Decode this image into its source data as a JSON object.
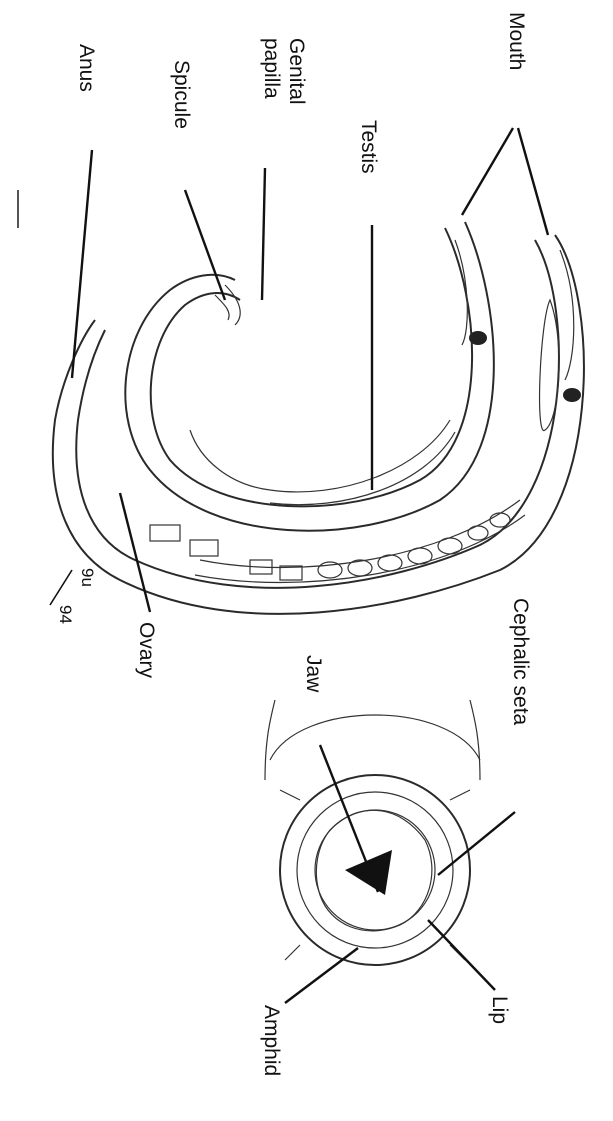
{
  "labels": {
    "mouth": "Mouth",
    "testis": "Testis",
    "genital_papilla": "Genital papilla",
    "genital_line1": "Genital",
    "genital_line2": "papilla",
    "spicule": "Spicule",
    "anus": "Anus",
    "ovary": "Ovary",
    "cephalic_seta": "Cephalic seta",
    "jaw": "Jaw",
    "lip": "Lip",
    "amphid": "Amphid",
    "signature_top": "9u",
    "signature_bottom": "94"
  },
  "colors": {
    "ink": "#111111",
    "paper": "#ffffff"
  }
}
